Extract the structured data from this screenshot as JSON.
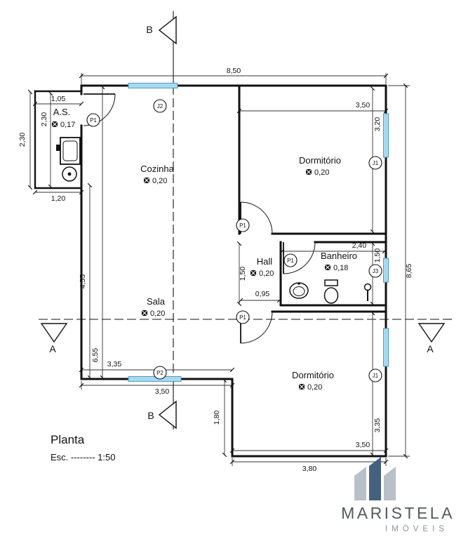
{
  "title_block": {
    "title": "Planta",
    "scale": "Esc. -------- 1:50"
  },
  "brand": {
    "name": "MARISTELA",
    "tagline": "IMÓVEIS"
  },
  "sections": {
    "a": "A",
    "b": "B"
  },
  "openings": {
    "p1": "P1",
    "p2": "P2",
    "j1": "J1",
    "j2": "J2",
    "j3": "J3"
  },
  "rooms": {
    "as": {
      "name": "A.S.",
      "area": "0,17"
    },
    "cozinha": {
      "name": "Cozinha",
      "area": "0,20"
    },
    "dorm1": {
      "name": "Dormitório",
      "area": "0,20"
    },
    "hall": {
      "name": "Hall",
      "area": "0,20"
    },
    "banheiro": {
      "name": "Banheiro",
      "area": "0,18"
    },
    "sala": {
      "name": "Sala",
      "area": "0,20"
    },
    "dorm2": {
      "name": "Dormitório",
      "area": "0,20"
    }
  },
  "dims": {
    "top": "8,50",
    "right": "8,65",
    "as_w": "1,05",
    "as_h_inner": "2,30",
    "as_h_outer": "2,30",
    "as_bottom": "1,20",
    "dorm1_w": "3,50",
    "dorm1_h": "3,20",
    "sala_v1": "4,55",
    "sala_v2": "6,55",
    "sala_b_inner": "3,35",
    "sala_b_outer": "3,50",
    "wc_w": "2,40",
    "wc_h": "1,50",
    "hall_h": "1,50",
    "hall_w": "0,95",
    "dorm2_off": "1,80",
    "dorm2_h": "3,35",
    "dorm2_w_inner": "3,50",
    "dorm2_w_outer": "3,80"
  },
  "colors": {
    "wall": "#111111",
    "window": "#a9d9ee",
    "window_border": "#4d9ec4",
    "logo_gray": "#b8c0c8",
    "logo_blue": "#46617f"
  }
}
